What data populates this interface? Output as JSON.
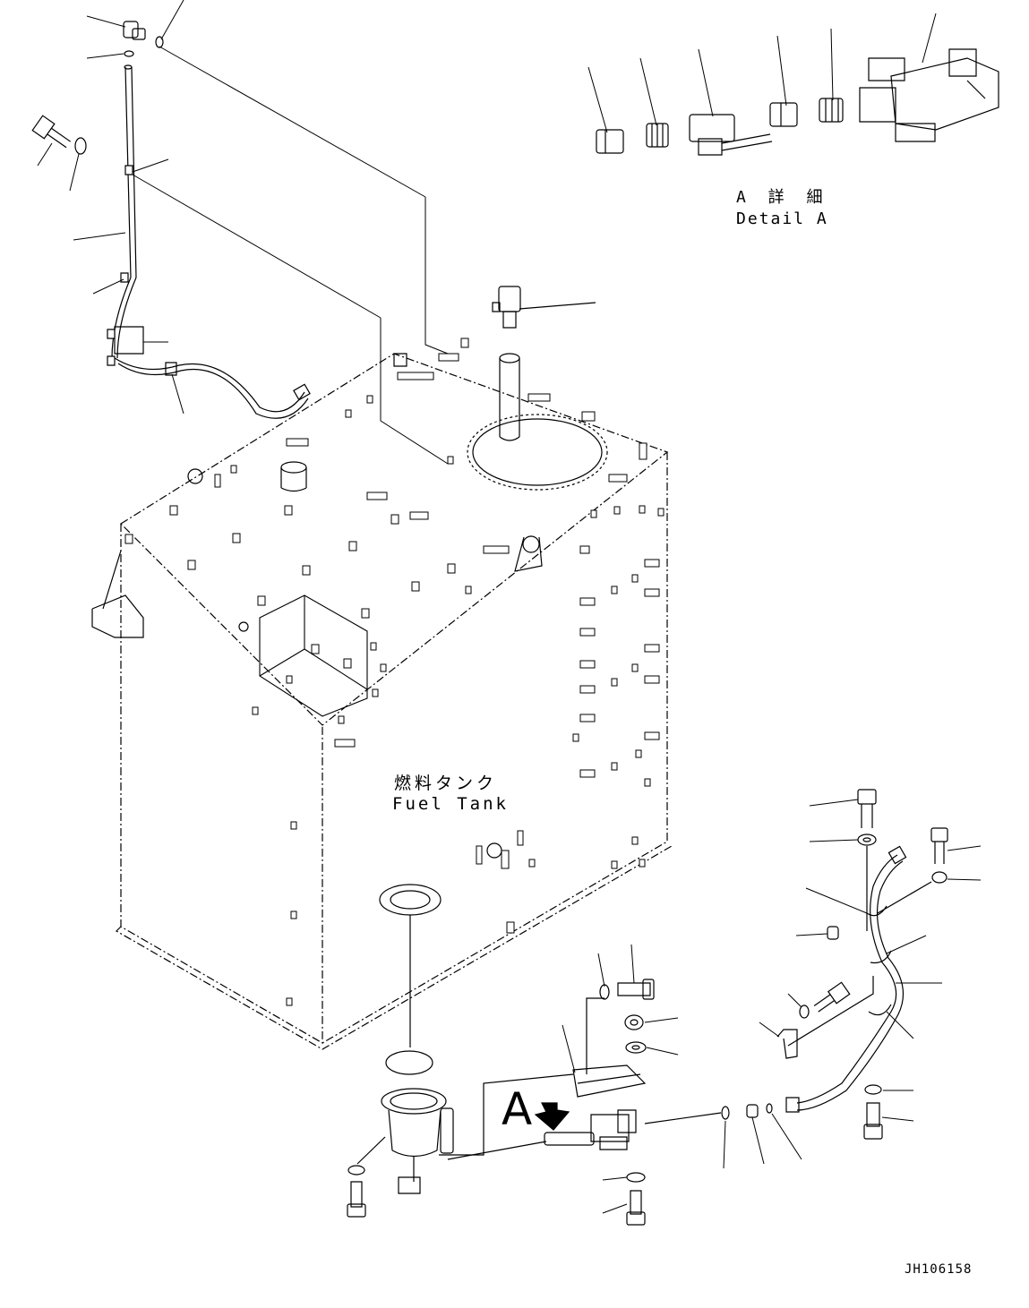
{
  "detail_a": {
    "title_ja": "A 詳 細",
    "title_en": "Detail A"
  },
  "fuel_tank": {
    "label_ja": "燃料タンク",
    "label_en": "Fuel Tank"
  },
  "view_marker": "A",
  "drawing_id": "JH106158"
}
